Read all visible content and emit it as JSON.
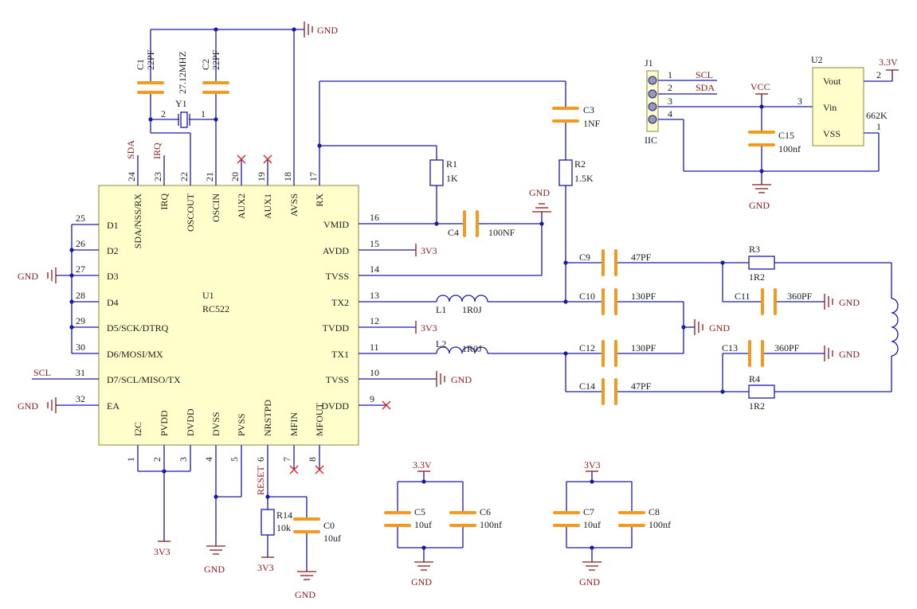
{
  "u1": {
    "ref": "U1",
    "part": "RC522",
    "pins_left": [
      {
        "num": "25",
        "name": "D1"
      },
      {
        "num": "26",
        "name": "D2"
      },
      {
        "num": "27",
        "name": "D3"
      },
      {
        "num": "28",
        "name": "D4"
      },
      {
        "num": "29",
        "name": "D5/SCK/DTRQ"
      },
      {
        "num": "30",
        "name": "D6/MOSI/MX"
      },
      {
        "num": "31",
        "name": "D7/SCL/MISO/TX"
      },
      {
        "num": "32",
        "name": "EA"
      }
    ],
    "pins_right": [
      {
        "num": "16",
        "name": "VMID"
      },
      {
        "num": "15",
        "name": "AVDD"
      },
      {
        "num": "14",
        "name": "TVSS"
      },
      {
        "num": "13",
        "name": "TX2"
      },
      {
        "num": "12",
        "name": "TVDD"
      },
      {
        "num": "11",
        "name": "TX1"
      },
      {
        "num": "10",
        "name": "TVSS"
      },
      {
        "num": "9",
        "name": "DVDD"
      }
    ],
    "pins_top": [
      {
        "num": "24",
        "name": "SDA/NSS/RX"
      },
      {
        "num": "23",
        "name": "IRQ"
      },
      {
        "num": "22",
        "name": "OSCOUT"
      },
      {
        "num": "21",
        "name": "OSCIN"
      },
      {
        "num": "20",
        "name": "AUX2"
      },
      {
        "num": "19",
        "name": "AUX1"
      },
      {
        "num": "18",
        "name": "AVSS"
      },
      {
        "num": "17",
        "name": "RX"
      }
    ],
    "pins_bottom": [
      {
        "num": "1",
        "name": "I2C"
      },
      {
        "num": "2",
        "name": "PVDD"
      },
      {
        "num": "3",
        "name": "DVDD"
      },
      {
        "num": "4",
        "name": "DVSS"
      },
      {
        "num": "5",
        "name": "PVSS"
      },
      {
        "num": "6",
        "name": "NRSTPD"
      },
      {
        "num": "7",
        "name": "MFIN"
      },
      {
        "num": "8",
        "name": "MFOUT"
      }
    ]
  },
  "nets": {
    "gnd": "GND",
    "v33": "3V3",
    "v33b": "3.3V",
    "vcc": "VCC",
    "sda": "SDA",
    "irq": "IRQ",
    "scl": "SCL",
    "reset": "RESET"
  },
  "parts": {
    "c1": {
      "ref": "C1",
      "val": "22PF"
    },
    "c2": {
      "ref": "C2",
      "val": "22PF"
    },
    "y1": {
      "ref": "Y1",
      "val": "27.12MHZ",
      "p1": "1",
      "p2": "2"
    },
    "c3": {
      "ref": "C3",
      "val": "1NF"
    },
    "r1": {
      "ref": "R1",
      "val": "1K"
    },
    "r2": {
      "ref": "R2",
      "val": "1.5K"
    },
    "c4": {
      "ref": "C4",
      "val": "100NF"
    },
    "l1": {
      "ref": "L1",
      "val": "1R0J"
    },
    "l2": {
      "ref": "L2",
      "val": "1R0J"
    },
    "c9": {
      "ref": "C9",
      "val": "47PF"
    },
    "c10": {
      "ref": "C10",
      "val": "130PF"
    },
    "c12": {
      "ref": "C12",
      "val": "130PF"
    },
    "c14": {
      "ref": "C14",
      "val": "47PF"
    },
    "c11": {
      "ref": "C11",
      "val": "360PF"
    },
    "c13": {
      "ref": "C13",
      "val": "360PF"
    },
    "r3": {
      "ref": "R3",
      "val": "1R2"
    },
    "r4": {
      "ref": "R4",
      "val": "1R2"
    },
    "r14": {
      "ref": "R14",
      "val": "10k"
    },
    "c0": {
      "ref": "C0",
      "val": "10uf"
    },
    "c5": {
      "ref": "C5",
      "val": "10uf"
    },
    "c6": {
      "ref": "C6",
      "val": "100nf"
    },
    "c7": {
      "ref": "C7",
      "val": "10uf"
    },
    "c8": {
      "ref": "C8",
      "val": "100nf"
    },
    "c15": {
      "ref": "C15",
      "val": "100nf"
    }
  },
  "j1": {
    "ref": "J1",
    "name": "IIC",
    "pins": [
      "1",
      "2",
      "3",
      "4"
    ],
    "net1": "SCL",
    "net2": "SDA"
  },
  "u2": {
    "ref": "U2",
    "part": "662K",
    "vout": "Vout",
    "vin": "Vin",
    "vss": "VSS",
    "p1": "1",
    "p2": "2",
    "p3": "3"
  }
}
